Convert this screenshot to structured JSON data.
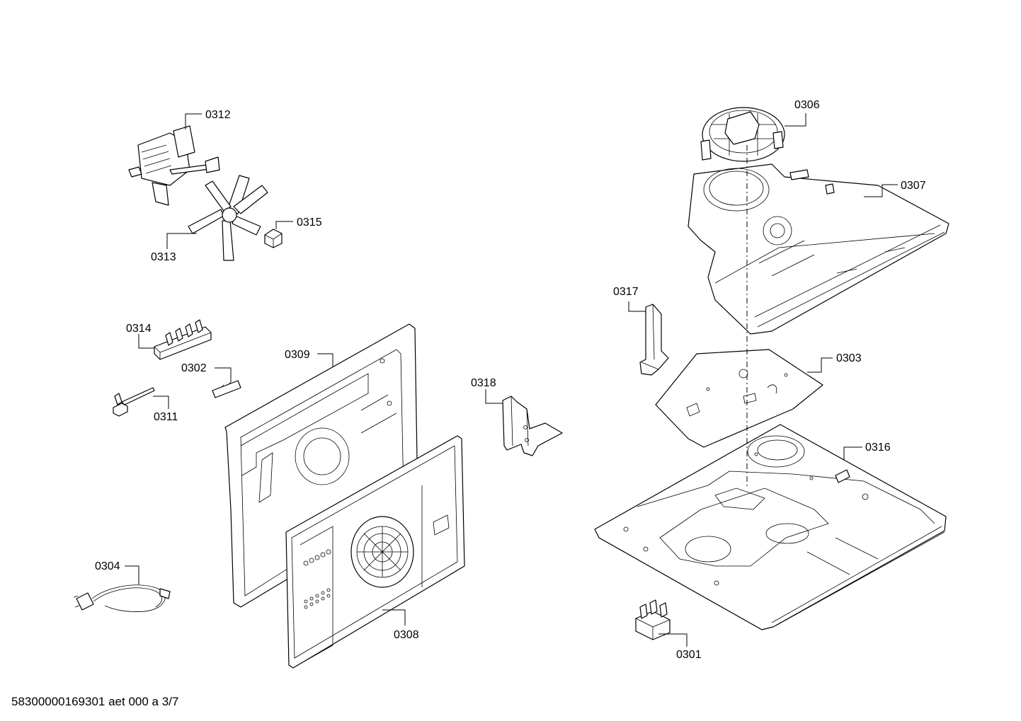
{
  "diagram": {
    "labels": {
      "p0301": "0301",
      "p0302": "0302",
      "p0303": "0303",
      "p0304": "0304",
      "p0306": "0306",
      "p0307": "0307",
      "p0308": "0308",
      "p0309": "0309",
      "p0311": "0311",
      "p0312": "0312",
      "p0313": "0313",
      "p0314": "0314",
      "p0315": "0315",
      "p0316": "0316",
      "p0317": "0317",
      "p0318": "0318"
    },
    "footer": "58300000169301 aet 000 a 3/7"
  }
}
